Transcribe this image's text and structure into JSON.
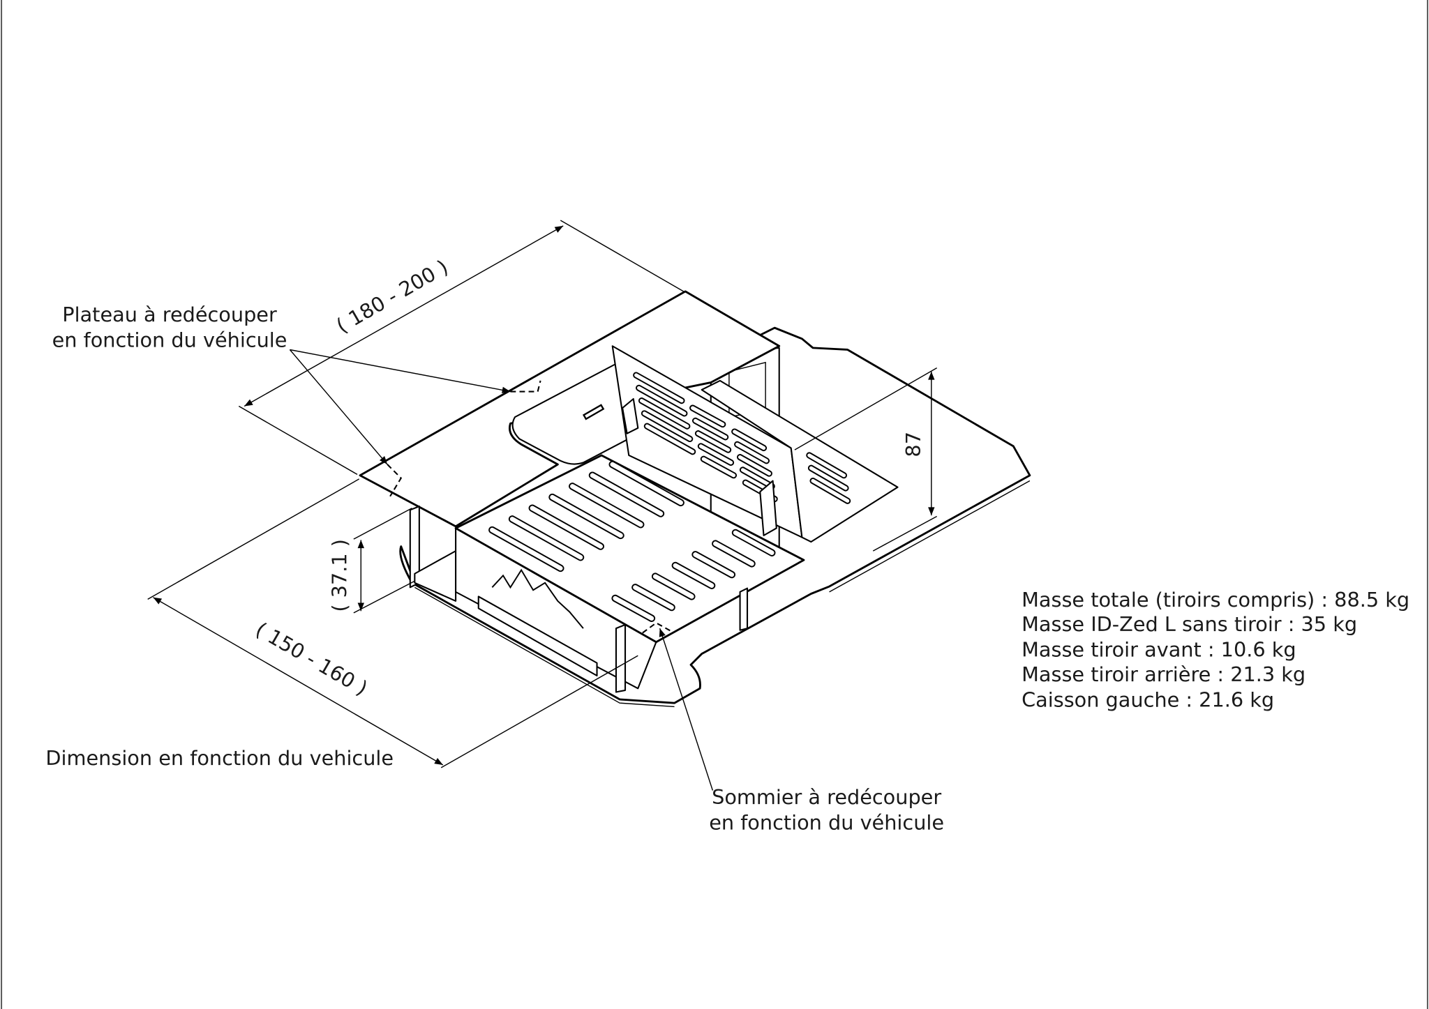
{
  "dimensions": {
    "width_range": "( 180 - 200 )",
    "depth_range": "( 150 - 160 )",
    "height_ref": "( 37.1 )",
    "height": "87"
  },
  "annotations": {
    "plateau_line1": "Plateau à redécouper",
    "plateau_line2": "en fonction du véhicule",
    "dimension_note": "Dimension en fonction du vehicule",
    "sommier_line1": "Sommier à redécouper",
    "sommier_line2": "en fonction du véhicule"
  },
  "masses": [
    "Masse totale (tiroirs compris) : 88.5 kg",
    "Masse ID-Zed L sans tiroir : 35 kg",
    "Masse tiroir avant : 10.6 kg",
    "Masse tiroir arrière : 21.3 kg",
    "Caisson gauche : 21.6 kg"
  ]
}
